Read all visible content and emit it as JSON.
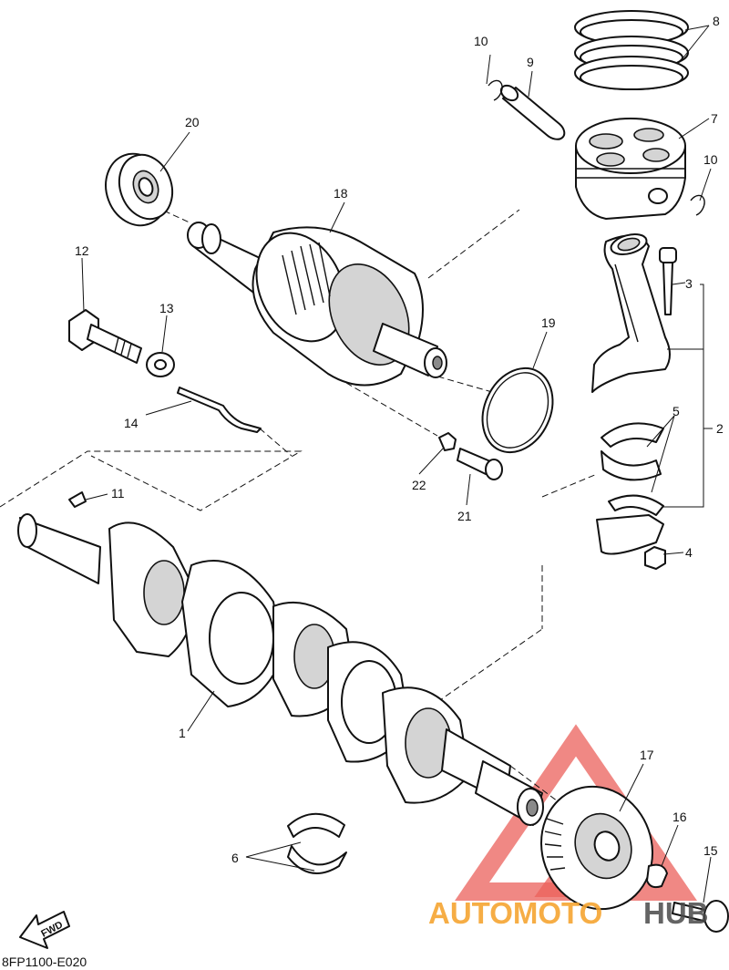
{
  "diagram_code": "8FP1100-E020",
  "direction_label": "FWD",
  "watermark": {
    "part1": "AUTOMOTO",
    "part2": "HUB",
    "color_orange": "#f6a531",
    "color_dark": "#4a4a4a",
    "color_red": "#e8463f"
  },
  "callouts": [
    "1",
    "2",
    "3",
    "4",
    "5",
    "6",
    "7",
    "8",
    "9",
    "10",
    "10",
    "11",
    "12",
    "13",
    "14",
    "15",
    "16",
    "17",
    "18",
    "19",
    "20",
    "21",
    "22"
  ]
}
